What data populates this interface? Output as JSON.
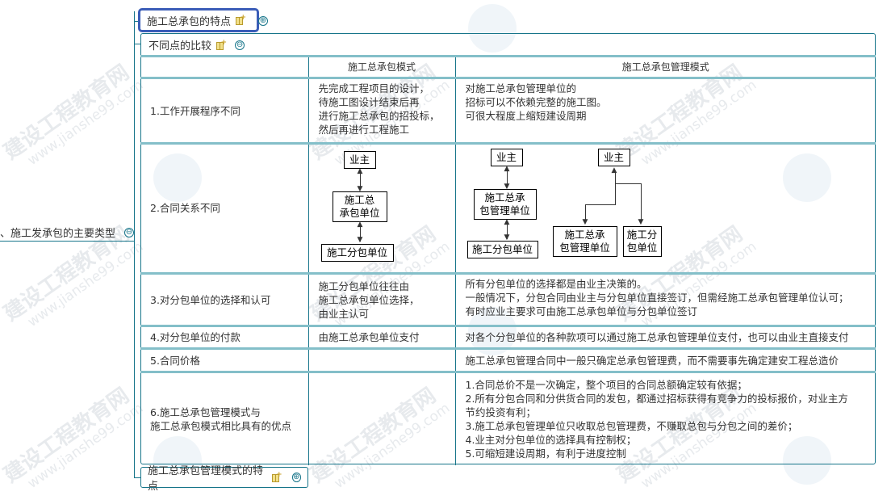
{
  "mindmap": {
    "root": {
      "label": "、施工发承包的主要类型",
      "toggle": "⊖"
    },
    "branches": [
      {
        "label": "施工总承包的特点",
        "toggle": "⊕",
        "selected": true,
        "has_note": true
      },
      {
        "label": "不同点的比较",
        "toggle": "⊖",
        "has_note": true
      },
      {
        "label": "施工总承包管理模式的特点",
        "toggle": "⊕",
        "has_note": true
      }
    ]
  },
  "table": {
    "headers": [
      "",
      "施工总承包模式",
      "施工总承包管理模式"
    ],
    "rows": [
      {
        "label": "1.工作开展程序不同",
        "col1": "先完成工程项目的设计，\n待施工图设计结束后再\n进行施工总承包的招投标，\n然后再进行工程施工",
        "col2": "对施工总承包管理单位的\n招标可以不依赖完整的施工图。\n可很大程度上缩短建设周期"
      },
      {
        "label": "2.合同关系不同",
        "col1_diagram": {
          "owner": "业主",
          "contractor": "施工总\n承包单位",
          "sub": "施工分包单位"
        },
        "col2_diagram_a": {
          "owner": "业主",
          "manager": "施工总承\n包管理单位",
          "sub": "施工分包单位"
        },
        "col2_diagram_b": {
          "owner": "业主",
          "manager": "施工总承\n包管理单位",
          "sub": "施工分\n包单位"
        }
      },
      {
        "label": "3.对分包单位的选择和认可",
        "col1": "施工分包单位往往由\n施工总承包单位选择，\n由业主认可",
        "col2": "所有分包单位的选择都是由业主决策的。\n一般情况下，分包合同由业主与分包单位直接签订，但需经施工总承包管理单位认可；\n有时应业主要求可由施工总承包单位与分包单位签订"
      },
      {
        "label": "4.对分包单位的付款",
        "col1": "由施工总承包单位支付",
        "col2": "对各个分包单位的各种款项可以通过施工总承包管理单位支付，也可以由业主直接支付"
      },
      {
        "label": "5.合同价格",
        "col1": "",
        "col2": "施工总承包管理合同中一般只确定总承包管理费，而不需要事先确定建安工程总造价"
      },
      {
        "label": "6.施工总承包管理模式与\n施工总承包模式相比具有的优点",
        "col1": "",
        "col2": "1.合同总价不是一次确定，整个项目的合同总额确定较有依据；\n2.所有分包合同和分供货合同的发包，都通过招标获得有竞争力的投标报价，对业主方\n节约投资有利；\n3.施工总承包管理单位只收取总包管理费，不赚取总包与分包之间的差价；\n4.业主对分包单位的选择具有控制权；\n5.可缩短建设周期，有利于进度控制"
      }
    ]
  },
  "watermark": {
    "text": "建设工程教育网",
    "url": "www.jianshe99.com"
  },
  "colors": {
    "line": "#17758a",
    "row_border": "#84bfc9",
    "selected": "#3b5db8",
    "note_icon": "#c9a227"
  }
}
